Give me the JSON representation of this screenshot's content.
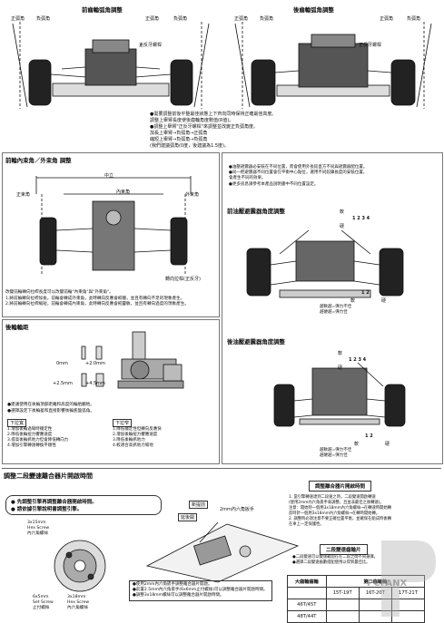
{
  "camber": {
    "front_title": "前齒輪弧角調整",
    "rear_title": "後齒輪弧角調整",
    "neg_camber": "正弧角",
    "pos_camber": "負弧角",
    "front_screw": "正反牙螺桿",
    "rear_screw": "正反牙螺桿",
    "notes": "●需要調整前後平整最佳狀態上下齊向同時保持正確最佳高度。\n   調整上舉臂長度使後齒輪角度數值(R值)。\n●調整上舉臂\"正反牙螺桿\"來調整並改變正負弧角度。\n   加長上舉臂→負弧角→正弧角\n   縮短上舉臂→負弧角→負弧角\n   (我們建議弧角(0度，後建議為1.5度)。"
  },
  "toe": {
    "title": "前輪內束角／外束角 調整",
    "center": "中立",
    "toe_in": "內束角",
    "front_toe_in": "正束角",
    "toe_out": "外束角",
    "rod_label": "轉向拉桿(正反牙)",
    "notes": "改變前輪轉向拉桿長度可以改變前輪\"內束角\"與\"外束角\"。\n1.將前輪轉向拉桿加長，前輪會轉成外束角，此時轉向反應會較穩，並且有轉向不足的現象產生。\n2.將前輪轉向拉桿縮短，前輪會轉成內束角，此時轉向反應會較靈敏，並且有轉向過度的現象產生。"
  },
  "rear_height": {
    "title": "後輪輪距",
    "spacers": [
      "0mm",
      "+2.0mm",
      "+2.5mm",
      "+4.5mm"
    ],
    "notes": "●建議使用在後輪頂部距離和高度的輪胎觸地。\n●選擇設定下後輪差和直接影響後輪底盤弧角。",
    "box1_title": "下拉寬",
    "box1": "1.增加後輪過彎時穩定性\n2.降低後輪扭力響應速度\n3.提高後輪抓地力但會降低轉向力\n4.增加引擎轉速轉換平順性",
    "box2_title": "下拉窄",
    "box2": "1.降低穩定性但轉向反應快\n2.增加後輪扭力響應速度\n3.降低後輪抓地力\n4.較適合高抓地力場地"
  },
  "shock": {
    "notes": "●油壓避震器必安裝在不同位置，而會使用外長鉸直方不同與避震器配位置。\n●同一把避震器不同位置會在平衡中心點位，選用不同鉸鍊長度的安裝位置。\n   會產生不同的效果。\n●更多訊息請參考本產品說明書中不同位置設定。",
    "front_title": "前油壓避震器角度調整",
    "rear_title": "後油壓避震器角度調整",
    "soft": "軟",
    "hard": "硬",
    "front_holes": "1 2 3 4",
    "rear_holes": "1 2 3 4",
    "bottom_holes": "1 2",
    "legend_front": "越軟越=彈力不佳\n越硬越=彈力佳",
    "legend_rear": "越軟越=彈力不佳\n越硬越=彈力佳"
  },
  "clutch": {
    "title": "調整二段變速離合器片開啟時間",
    "bullet1": "● 先調整引擎再調整離合器開啟時間。",
    "bullet2": "● 請依據引擎說明書調整引擎。",
    "hex_top": "3x15mm\nHex Screw\n內六角螺絲",
    "set_screw": "6x5mm\nSet Screw\n止付螺絲",
    "hex_bottom": "3x18mm\nHex Screw\n內六角螺絲",
    "wrench_label": "2mm內六角扳手",
    "tag1": "新提前",
    "tag2": "延後開",
    "steps": "●使用2mm內六角扳手調整離合器片開啟。\n●前置2.5mm內六角扳手(6x6mm止付螺絲)可以調整離合器片開啟時間。\n●調整3x18mm螺絲可以調整離合器片開啟時間。",
    "right_title": "調整離合器片開啟時間",
    "right_notes": "1. 當引擎轉速達到二段速之時，二段變速開啟轉速\n   (使用2mm內六角扳手來調整，且並非最佳之後轉速)。\n注意：開始時一個用3x18mm內六角螺絲→在轉速時開始轉\n      反時針一個用3x18mm內六角螺絲→在轉時開始轉。\n2. 調整時必須注意不要正確位置平衡，並確保在組成時後轉\n   在車上一定保護性。",
    "small_tab": "二段變速齒輪片",
    "small_notes": "●二段變速可以變速範圍在在二段之間不同選擇。\n●選擇二段變速齒數搭配使用以得到最佳比。",
    "table": {
      "headers": [
        "大齒輪齒輪",
        "第二齒輪輪",
        "",
        ""
      ],
      "rows": [
        [
          "",
          "15T-19T",
          "16T-20T",
          "17T-21T"
        ],
        [
          "46T/45T",
          "",
          "",
          ""
        ],
        [
          "48T/44T",
          "",
          "",
          ""
        ]
      ]
    }
  },
  "watermark": "PCFANX"
}
